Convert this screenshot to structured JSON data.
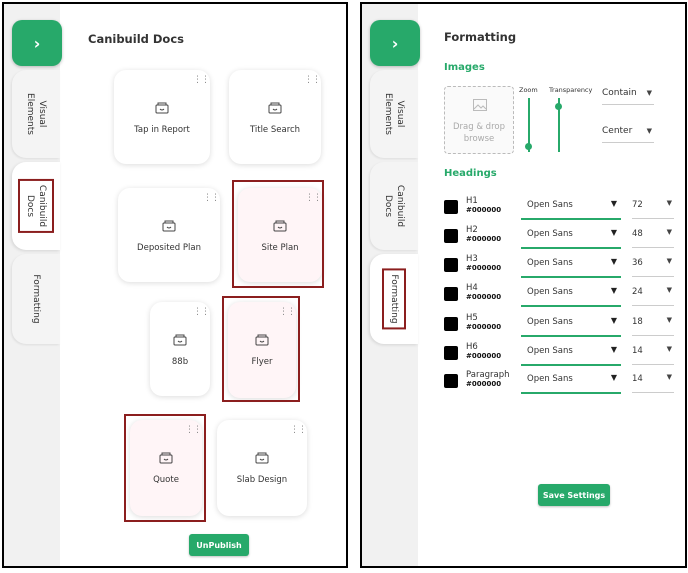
{
  "left_panel": {
    "toggle_icon": "chevron-right-icon",
    "toggle_glyph": "›",
    "tabs": [
      "Visual\nElements",
      "Canibuild\nDocs",
      "Formatting"
    ],
    "title": "Canibuild Docs",
    "cards": [
      "Tap in Report",
      "Title Search",
      "Deposited Plan",
      "Site Plan",
      "88b",
      "Flyer",
      "Quote",
      "Slab Design"
    ],
    "unpublish_label": "UnPublish"
  },
  "right_panel": {
    "toggle_glyph": "›",
    "tabs": [
      "Visual\nElements",
      "Canibuild\nDocs",
      "Formatting"
    ],
    "title": "Formatting",
    "images_title": "Images",
    "dropzone_text": "Drag & drop\nbrowse",
    "zoom_label": "Zoom",
    "transparency_label": "Transparency",
    "zoom_level": 0.1,
    "transparency_level": 0.85,
    "fit_options": [
      "Contain",
      "Center"
    ],
    "headings_title": "Headings",
    "headings": [
      {
        "label": "H1",
        "color": "#000000",
        "font": "Open Sans",
        "size": "72"
      },
      {
        "label": "H2",
        "color": "#000000",
        "font": "Open Sans",
        "size": "48"
      },
      {
        "label": "H3",
        "color": "#000000",
        "font": "Open Sans",
        "size": "36"
      },
      {
        "label": "H4",
        "color": "#000000",
        "font": "Open Sans",
        "size": "24"
      },
      {
        "label": "H5",
        "color": "#000000",
        "font": "Open Sans",
        "size": "18"
      },
      {
        "label": "H6",
        "color": "#000000",
        "font": "Open Sans",
        "size": "14"
      },
      {
        "label": "Paragraph",
        "color": "#000000",
        "font": "Open Sans",
        "size": "14"
      }
    ],
    "save_label": "Save Settings"
  },
  "colors": {
    "accent": "#27a96a",
    "highlight": "#8b1e1e",
    "sidebar_bg": "#f1f1f1"
  }
}
